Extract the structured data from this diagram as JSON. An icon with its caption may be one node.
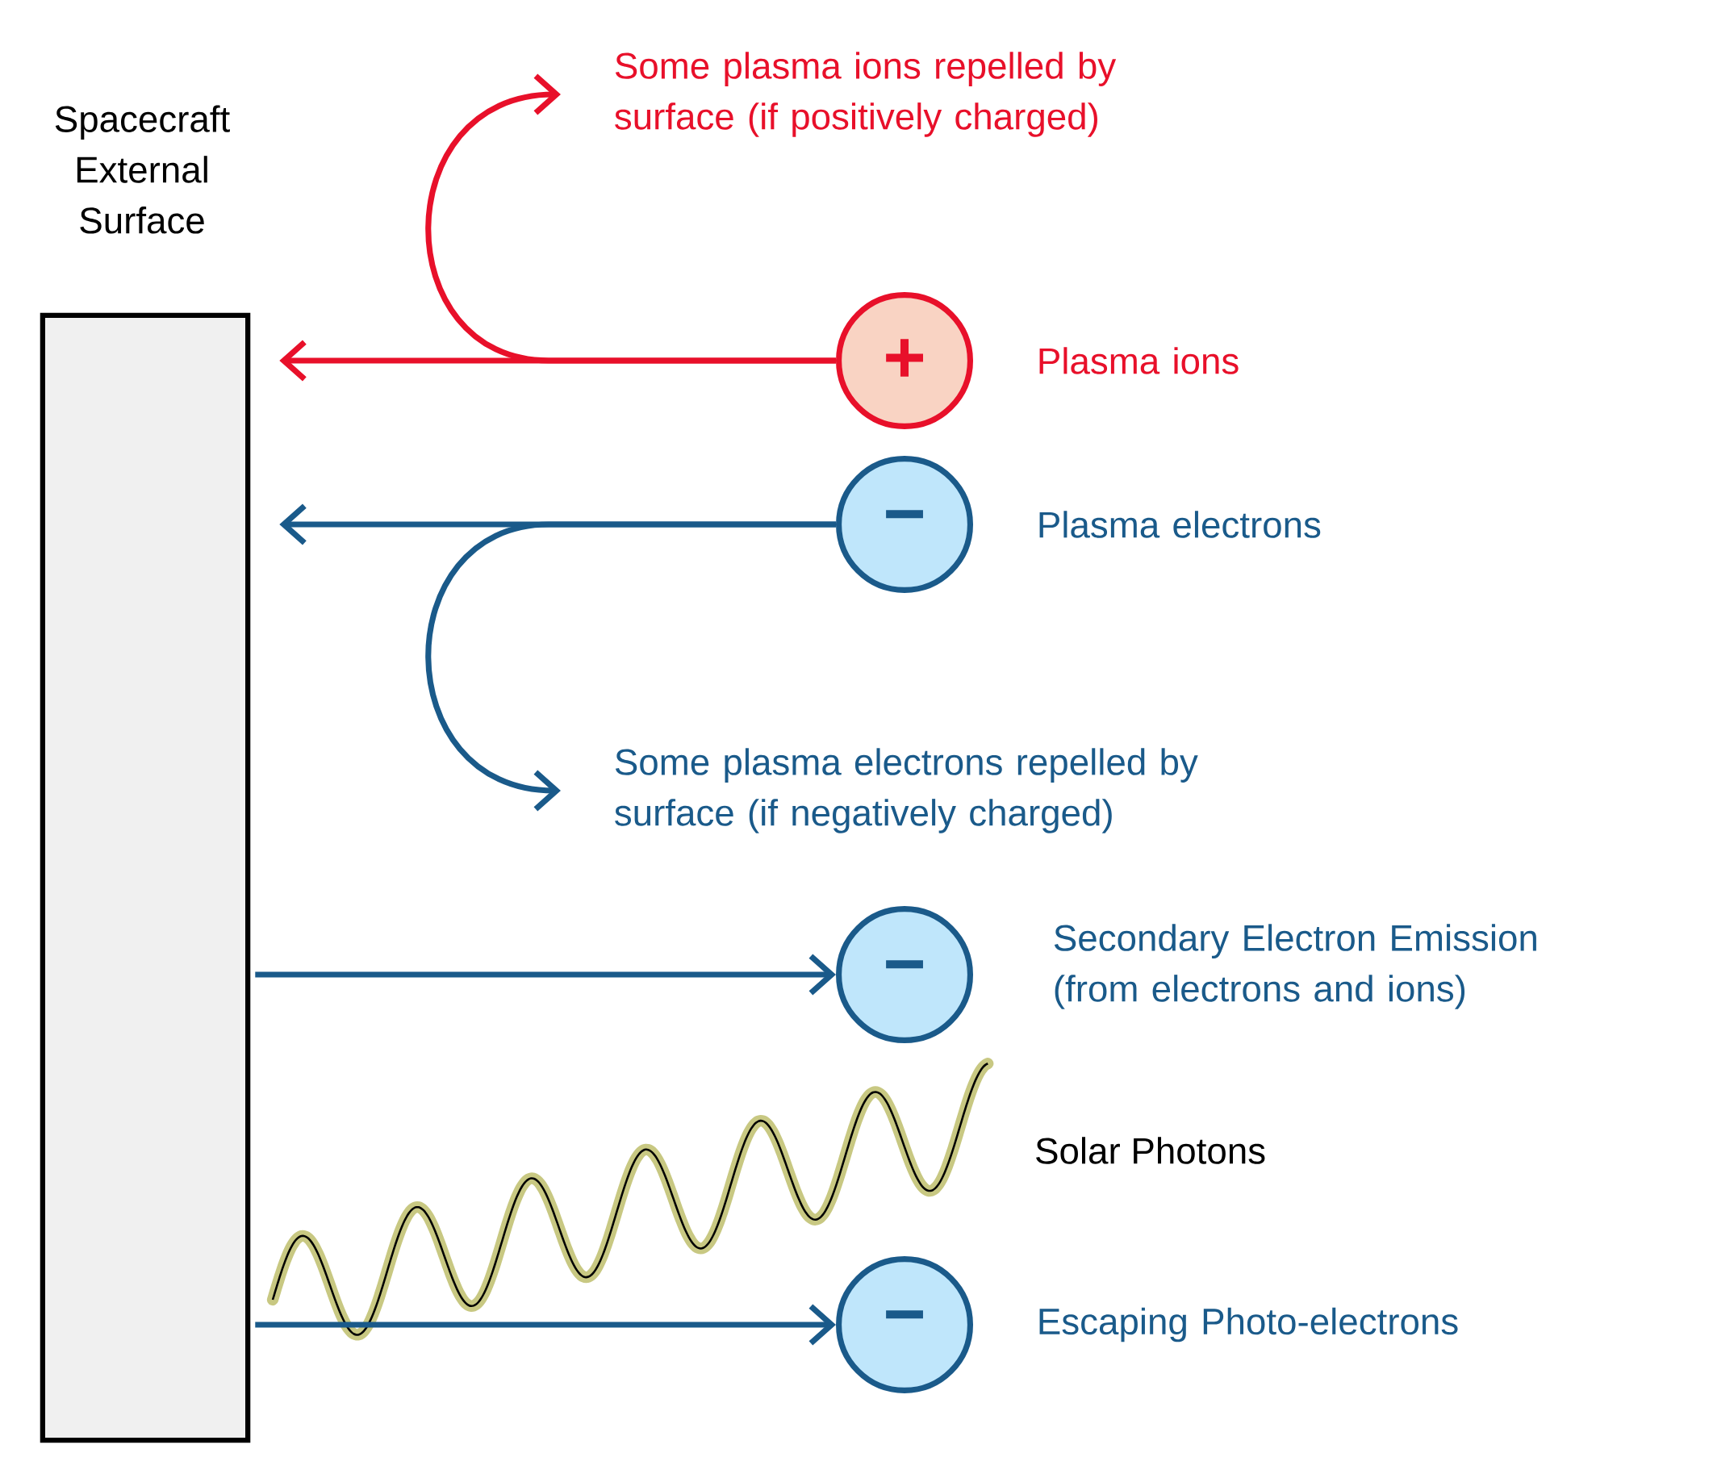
{
  "diagram": {
    "nodes": [
      {
        "text": [
          "Spacecraft External Surface"
        ]
      },
      {
        "text": [
          "+"
        ],
        "beside": [
          "Plasma ions"
        ]
      },
      {
        "text": [
          "−"
        ],
        "beside": [
          "Plasma electrons"
        ]
      },
      {
        "text": [
          "−"
        ],
        "beside": [
          "Secondary Electron Emission (from electrons and ions)"
        ]
      },
      {
        "text": [
          "−"
        ],
        "beside": [
          "Escaping Photo-electrons"
        ]
      },
      {
        "text": [
          "Some plasma ions repelled by surface (if positively charged)"
        ]
      },
      {
        "text": [
          "Some plasma electrons repelled by surface (if negatively charged)"
        ]
      }
    ],
    "edges": [
      {
        "from": 1,
        "to": 0,
        "arrow": "to",
        "color": "#e8102a"
      },
      {
        "from": 1,
        "to": 5,
        "arrow": "to",
        "color": "#e8102a"
      },
      {
        "from": 2,
        "to": 0,
        "arrow": "to"
      },
      {
        "from": 2,
        "to": 6,
        "arrow": "to"
      },
      {
        "from": 0,
        "to": 3,
        "arrow": "to"
      },
      {
        "from": 0,
        "to": 4,
        "arrow": "to"
      }
    ],
    "labels": [
      "Solar Photons"
    ]
  }
}
